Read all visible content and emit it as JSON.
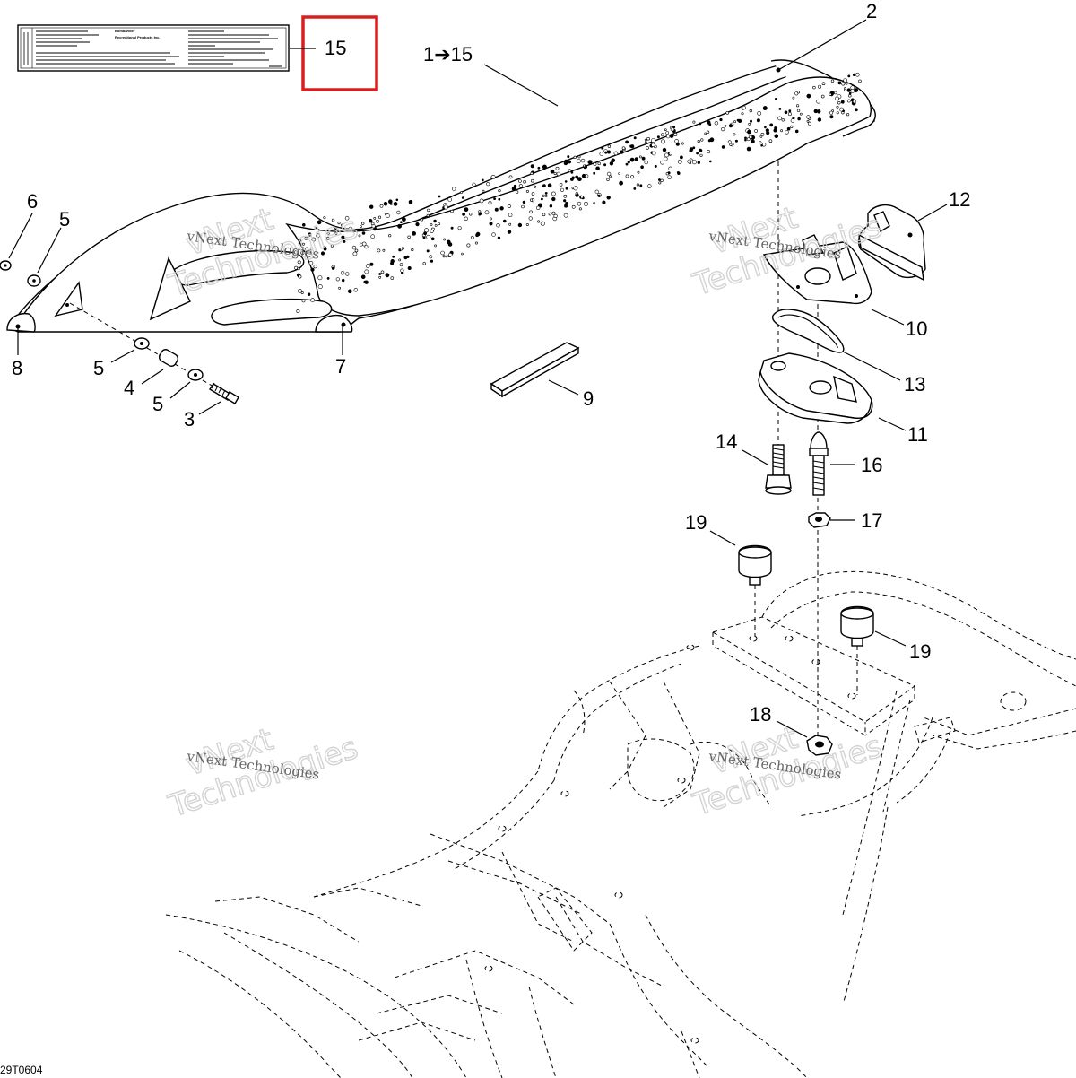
{
  "callouts": {
    "c2": "2",
    "c1_15": "1➔15",
    "c15": "15",
    "c6": "6",
    "c5a": "5",
    "c8": "8",
    "c5b": "5",
    "c4": "4",
    "c5c": "5",
    "c3": "3",
    "c7": "7",
    "c9": "9",
    "c12": "12",
    "c10": "10",
    "c13": "13",
    "c11": "11",
    "c14": "14",
    "c16": "16",
    "c17": "17",
    "c19a": "19",
    "c19b": "19",
    "c18": "18"
  },
  "label_sticker": {
    "brand_line1": "Bombardier",
    "brand_line2": "Recreational Products Inc."
  },
  "watermark": {
    "company": "vNext Technologies",
    "line1": "vNext",
    "line2": "Technologies"
  },
  "drawing_code": "29T0604",
  "colors": {
    "highlight": "#d81e1e",
    "line": "#000000"
  }
}
